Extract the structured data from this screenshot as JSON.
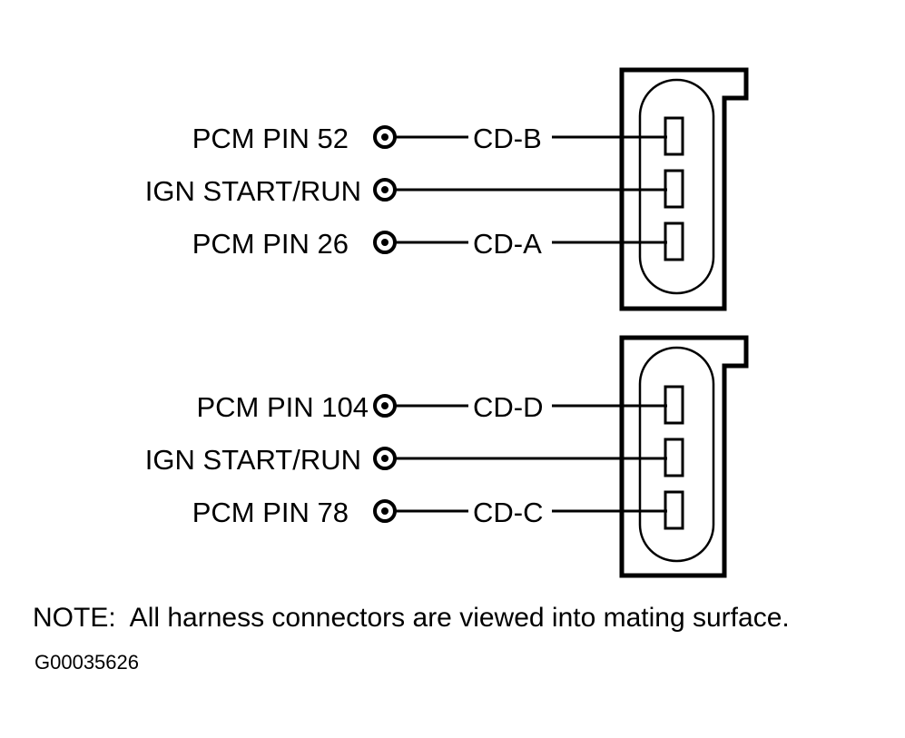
{
  "connectors": [
    {
      "wires": [
        {
          "source": "PCM PIN 52",
          "circuit": "CD-B"
        },
        {
          "source": "IGN START/RUN",
          "circuit": ""
        },
        {
          "source": "PCM PIN 26",
          "circuit": "CD-A"
        }
      ]
    },
    {
      "wires": [
        {
          "source": "PCM PIN 104",
          "circuit": "CD-D"
        },
        {
          "source": "IGN START/RUN",
          "circuit": ""
        },
        {
          "source": "PCM PIN 78",
          "circuit": "CD-C"
        }
      ]
    }
  ],
  "note": "NOTE:  All harness connectors are viewed into mating surface.",
  "figure_id": "G00035626"
}
